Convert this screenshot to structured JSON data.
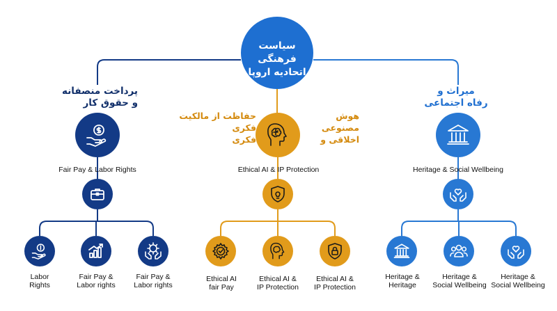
{
  "colors": {
    "root": "#1e6fd1",
    "left": "#133a86",
    "middle": "#e19b1b",
    "right": "#2878d3",
    "right_heading": "#1f6fd0",
    "left_heading": "#12306b",
    "middle_heading": "#d48a0e"
  },
  "root": {
    "line1": "سیاست فرهنگی",
    "line2": "اتحادیه اروپا"
  },
  "branches": {
    "left": {
      "heading_line1": "پرداخت منصفانه",
      "heading_line2": "و حقوق کار",
      "title": "Fair Pay & Labor Rights",
      "main_icon": "hand-dollar-icon",
      "hub_icon": "briefcase-icon",
      "leaves": [
        {
          "line1": "Labor",
          "line2": "Rights",
          "icon": "hand-dollar-icon"
        },
        {
          "line1": "Fair Pay &",
          "line2": "Labor rights",
          "icon": "growth-chart-icon"
        },
        {
          "line1": "Fair Pay &",
          "line2": "Labor rights",
          "icon": "hands-gear-dollar-icon"
        }
      ]
    },
    "middle": {
      "heading_a_line1": "حفاظت از مالکیت فکری",
      "heading_a_line2": "فکری",
      "heading_b_line1": "هوش مصنوعی",
      "heading_b_line2": "اخلاقی و",
      "title": "Ethical AI & IP Protection",
      "main_icon": "brain-head-icon",
      "hub_icon": "shield-bulb-icon",
      "leaves": [
        {
          "line1": "Ethical AI",
          "line2": "fair Pay",
          "icon": "gear-check-icon"
        },
        {
          "line1": "Ethical AI &",
          "line2": "IP Protection",
          "icon": "brain-head-icon"
        },
        {
          "line1": "Ethical AI &",
          "line2": "IP Protection",
          "icon": "shield-lock-icon"
        }
      ]
    },
    "right": {
      "heading_line1": "میراث و",
      "heading_line2": "رفاه اجتماعی",
      "title": "Heritage & Social Wellbeing",
      "main_icon": "museum-icon",
      "hub_icon": "hands-heart-icon",
      "leaves": [
        {
          "line1": "Heritage &",
          "line2": "Heritage",
          "icon": "museum-icon"
        },
        {
          "line1": "Heritage &",
          "line2": "Social Wellbeing",
          "icon": "people-group-icon"
        },
        {
          "line1": "Heritage &",
          "line2": "Social Wellbeing",
          "icon": "hands-heart-icon"
        }
      ]
    }
  }
}
